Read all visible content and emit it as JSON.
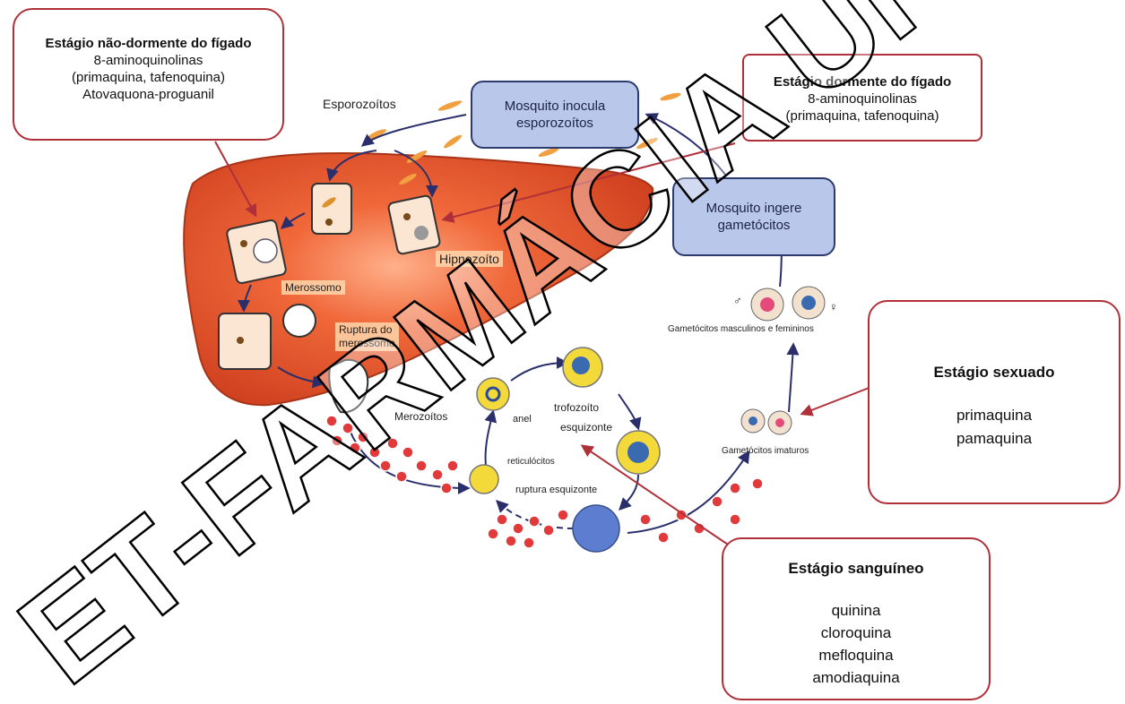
{
  "boxes": {
    "liver_nondormant": {
      "title": "Estágio não-dormente do fígado",
      "lines": [
        "8-aminoquinolinas",
        "(primaquina, tafenoquina)",
        "Atovaquona-proguanil"
      ]
    },
    "liver_dormant": {
      "title": "Estágio dormente do fígado",
      "lines": [
        "8-aminoquinolinas",
        "(primaquina, tafenoquina)"
      ]
    },
    "sexual": {
      "title": "Estágio sexuado",
      "lines": [
        "primaquina",
        "pamaquina"
      ]
    },
    "blood": {
      "title": "Estágio sanguíneo",
      "lines": [
        "quinina",
        "cloroquina",
        "mefloquina",
        "amodiaquina"
      ]
    }
  },
  "mosquito": {
    "inoculates": [
      "Mosquito inocula",
      "esporozoítos"
    ],
    "ingests": [
      "Mosquito ingere",
      "gametócitos"
    ]
  },
  "labels": {
    "sporozoites": "Esporozoítos",
    "hypnozoite": "Hipnozoíto",
    "merosome": "Merossomo",
    "merosome_rupture": [
      "Ruptura do",
      "merossomo"
    ],
    "merozoites": "Merozoítos",
    "ring": "anel",
    "trophozoite": "trofozoíto",
    "schizont": "esquizonte",
    "reticulocytes": "reticulócitos",
    "schizont_rupture": "ruptura esquizonte",
    "gametocytes_mf": "Gametócitos masculinos e femininos",
    "gametocytes_immature": "Gametócitos imaturos"
  },
  "watermark": "ET-FARMÁCIA UI",
  "colors": {
    "box_border": "#b0303a",
    "liver": "#e0532a",
    "mosquito_box": "#b9c7ea",
    "arrow": "#2a2f6b",
    "rbc": "#e23a3a"
  }
}
